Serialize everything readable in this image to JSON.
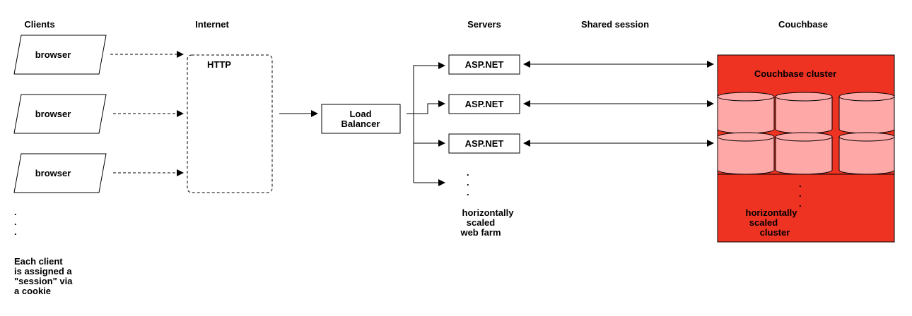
{
  "headers": {
    "clients": "Clients",
    "internet": "Internet",
    "servers": "Servers",
    "shared_session": "Shared session",
    "couchbase": "Couchbase"
  },
  "clients": {
    "browsers": [
      "browser",
      "browser",
      "browser"
    ],
    "more_dots": ".",
    "note_lines": [
      "Each client",
      "is assigned a",
      "\"session\" via",
      "a cookie"
    ]
  },
  "internet": {
    "http_label": "HTTP"
  },
  "load_balancer": {
    "lines": [
      "Load",
      "Balancer"
    ]
  },
  "servers": {
    "nodes": [
      "ASP.NET",
      "ASP.NET",
      "ASP.NET"
    ],
    "more_dots": ".",
    "caption_lines": [
      "horizontally",
      "scaled",
      "web farm"
    ]
  },
  "couchbase": {
    "cluster_label": "Couchbase cluster",
    "more_dots": ".",
    "caption_lines": [
      "horizontally",
      "scaled",
      "cluster"
    ]
  },
  "colors": {
    "cluster_fill": "#ee3322",
    "node_fill": "#ffa8a8",
    "line": "#000000"
  }
}
